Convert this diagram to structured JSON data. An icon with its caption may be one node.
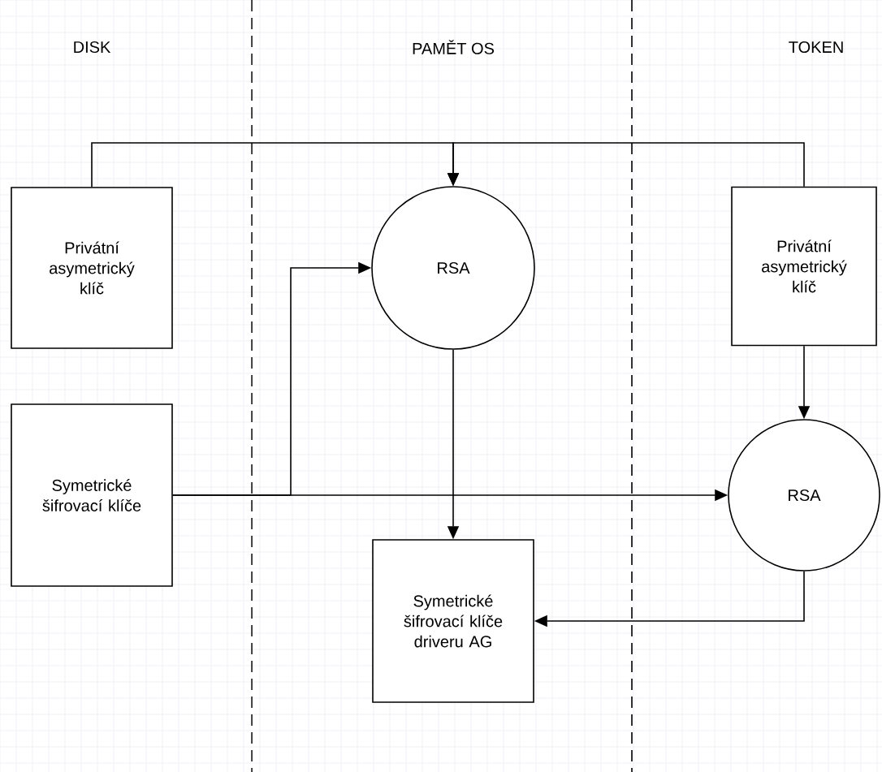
{
  "diagram": {
    "nodes": [
      {
        "text": [
          "Privátní asymetrický klíč"
        ]
      },
      {
        "text": [
          "RSA"
        ]
      },
      {
        "text": [
          "Privátní asymetrický klíč"
        ]
      },
      {
        "text": [
          "Symetrické šifrovací klíče"
        ]
      },
      {
        "text": [
          "RSA"
        ]
      },
      {
        "text": [
          "Symetrické šifrovací klíče driveru AG"
        ]
      }
    ],
    "edges": [
      {
        "from": 0,
        "to": 1,
        "arrow": "to"
      },
      {
        "from": 2,
        "to": 1,
        "arrow": "to"
      },
      {
        "from": 3,
        "to": 1,
        "arrow": "to"
      },
      {
        "from": 1,
        "to": 5,
        "arrow": "to"
      },
      {
        "from": 3,
        "to": 4,
        "arrow": "to"
      },
      {
        "from": 2,
        "to": 4,
        "arrow": "to"
      },
      {
        "from": 4,
        "to": 5,
        "arrow": "to"
      }
    ],
    "labels": [
      "DISK",
      "PAMĚT OS",
      "TOKEN"
    ]
  }
}
